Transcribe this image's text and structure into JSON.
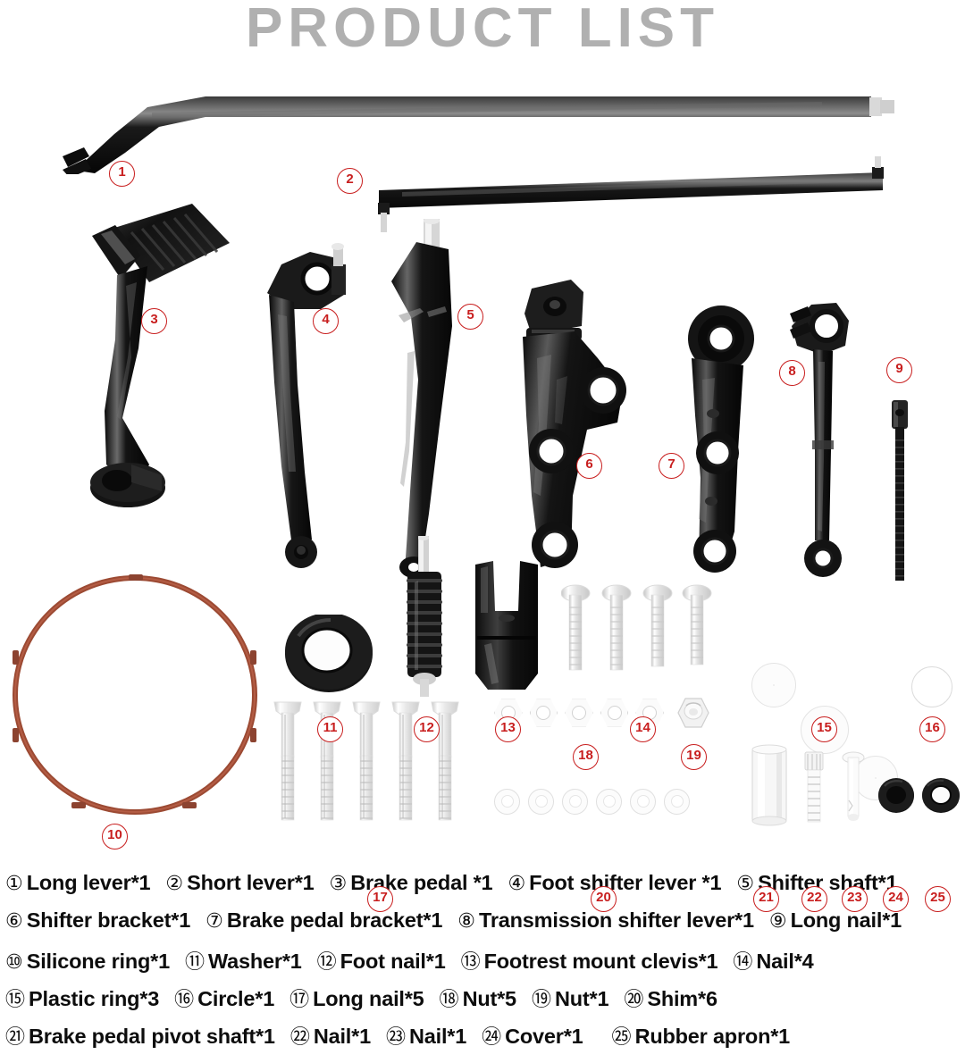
{
  "header": {
    "title": "PRODUCT LIST"
  },
  "colors": {
    "title_gray": "#b0b0b0",
    "callout_red": "#c81e1e",
    "silicone_ring": "#9c4a33",
    "metal_black": "#141414",
    "chrome": "#efefef",
    "background": "#ffffff"
  },
  "callouts": [
    {
      "n": "1"
    },
    {
      "n": "2"
    },
    {
      "n": "3"
    },
    {
      "n": "4"
    },
    {
      "n": "5"
    },
    {
      "n": "6"
    },
    {
      "n": "7"
    },
    {
      "n": "8"
    },
    {
      "n": "9"
    },
    {
      "n": "10"
    },
    {
      "n": "11"
    },
    {
      "n": "12"
    },
    {
      "n": "13"
    },
    {
      "n": "14"
    },
    {
      "n": "15"
    },
    {
      "n": "16"
    },
    {
      "n": "17"
    },
    {
      "n": "18"
    },
    {
      "n": "19"
    },
    {
      "n": "20"
    },
    {
      "n": "21"
    },
    {
      "n": "22"
    },
    {
      "n": "23"
    },
    {
      "n": "24"
    },
    {
      "n": "25"
    }
  ],
  "legend": {
    "rows": [
      [
        {
          "num": "①",
          "text": "Long lever*1"
        },
        {
          "num": "②",
          "text": "Short lever*1"
        },
        {
          "num": "③",
          "text": "Brake pedal *1"
        },
        {
          "num": "④",
          "text": "Foot shifter lever *1"
        },
        {
          "num": "⑤",
          "text": "Shifter shaft*1"
        }
      ],
      [
        {
          "num": "⑥",
          "text": "Shifter bracket*1"
        },
        {
          "num": "⑦",
          "text": "Brake pedal bracket*1"
        },
        {
          "num": "⑧",
          "text": "Transmission shifter lever*1"
        },
        {
          "num": "⑨",
          "text": "Long nail*1"
        }
      ],
      [
        {
          "num": "⑩",
          "text": "Silicone ring*1"
        },
        {
          "num": "⑪",
          "text": "Washer*1"
        },
        {
          "num": "⑫",
          "text": "Foot nail*1"
        },
        {
          "num": "⑬",
          "text": "Footrest mount clevis*1"
        },
        {
          "num": "⑭",
          "text": "Nail*4"
        }
      ],
      [
        {
          "num": "⑮",
          "text": "Plastic ring*3"
        },
        {
          "num": "⑯",
          "text": "Circle*1"
        },
        {
          "num": "⑰",
          "text": "Long nail*5"
        },
        {
          "num": "⑱",
          "text": "Nut*5"
        },
        {
          "num": "⑲",
          "text": "Nut*1"
        },
        {
          "num": "⑳",
          "text": "Shim*6"
        }
      ],
      [
        {
          "num": "㉑",
          "text": "Brake pedal pivot shaft*1"
        },
        {
          "num": "㉒",
          "text": "Nail*1"
        },
        {
          "num": "㉓",
          "text": "Nail*1"
        },
        {
          "num": "㉔",
          "text": "Cover*1"
        },
        {
          "num": "㉕",
          "text": "Rubber apron*1"
        }
      ]
    ]
  },
  "parts": {
    "1": {
      "name": "Long lever",
      "qty": 1
    },
    "2": {
      "name": "Short lever",
      "qty": 1
    },
    "3": {
      "name": "Brake pedal",
      "qty": 1
    },
    "4": {
      "name": "Foot shifter lever",
      "qty": 1
    },
    "5": {
      "name": "Shifter shaft",
      "qty": 1
    },
    "6": {
      "name": "Shifter bracket",
      "qty": 1
    },
    "7": {
      "name": "Brake pedal bracket",
      "qty": 1
    },
    "8": {
      "name": "Transmission shifter lever",
      "qty": 1
    },
    "9": {
      "name": "Long nail",
      "qty": 1
    },
    "10": {
      "name": "Silicone ring",
      "qty": 1
    },
    "11": {
      "name": "Washer",
      "qty": 1
    },
    "12": {
      "name": "Foot nail",
      "qty": 1
    },
    "13": {
      "name": "Footrest mount clevis",
      "qty": 1
    },
    "14": {
      "name": "Nail",
      "qty": 4
    },
    "15": {
      "name": "Plastic ring",
      "qty": 3
    },
    "16": {
      "name": "Circle",
      "qty": 1
    },
    "17": {
      "name": "Long nail",
      "qty": 5
    },
    "18": {
      "name": "Nut",
      "qty": 5
    },
    "19": {
      "name": "Nut",
      "qty": 1
    },
    "20": {
      "name": "Shim",
      "qty": 6
    },
    "21": {
      "name": "Brake pedal pivot shaft",
      "qty": 1
    },
    "22": {
      "name": "Nail",
      "qty": 1
    },
    "23": {
      "name": "Nail",
      "qty": 1
    },
    "24": {
      "name": "Cover",
      "qty": 1
    },
    "25": {
      "name": "Rubber apron",
      "qty": 1
    }
  }
}
